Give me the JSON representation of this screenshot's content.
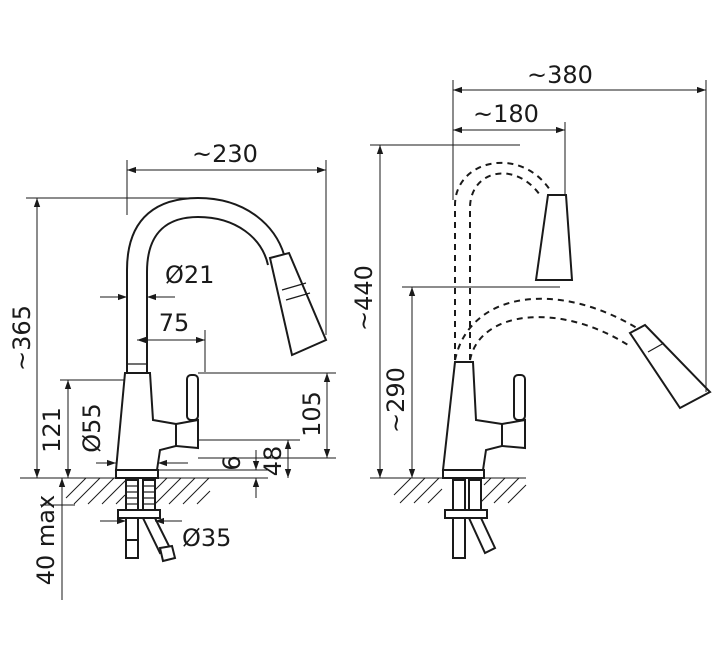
{
  "left_view": {
    "dims": {
      "width_total": "~230",
      "hose_diameter": "Ø21",
      "spout_offset": "75",
      "height_total": "~365",
      "body_height": "121",
      "body_diameter": "Ø55",
      "handle_height": "105",
      "lever_offset": "48",
      "base_ring": "6",
      "below_counter": "40 max",
      "hole_diameter": "Ø35"
    }
  },
  "right_view": {
    "dims": {
      "extended_reach": "~380",
      "spout_reach": "~180",
      "extended_height": "~440",
      "lowered_height": "~290"
    }
  }
}
